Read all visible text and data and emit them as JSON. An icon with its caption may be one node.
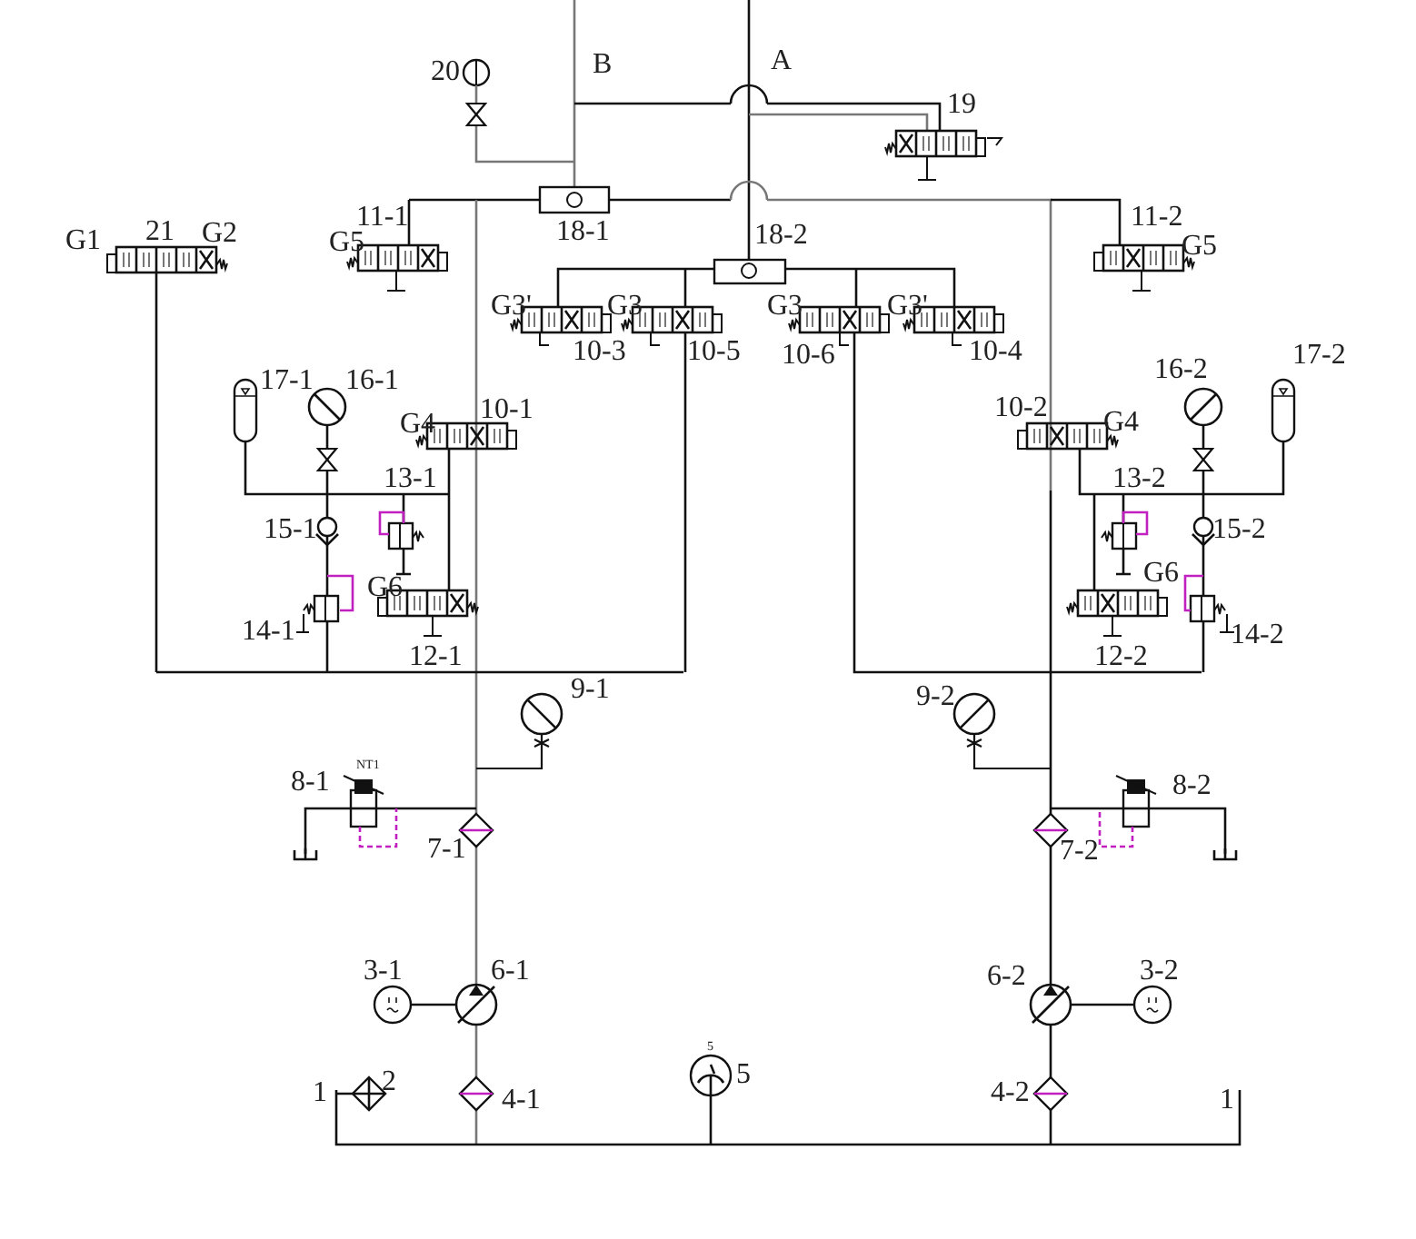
{
  "diagram": {
    "labels": [
      "20",
      "B",
      "A",
      "19",
      "G1",
      "21",
      "G2",
      "11-1",
      "G5",
      "18-1",
      "18-2",
      "11-2",
      "G5",
      "G3'",
      "G3",
      "G3",
      "G3'",
      "10-3",
      "10-5",
      "10-6",
      "10-4",
      "17-1",
      "16-1",
      "16-2",
      "17-2",
      "10-1",
      "G4",
      "10-2",
      "G4",
      "13-1",
      "13-2",
      "15-1",
      "15-2",
      "G6",
      "G6",
      "14-1",
      "14-2",
      "12-1",
      "12-2",
      "9-1",
      "9-2",
      "NT1",
      "8-1",
      "8-2",
      "7-1",
      "7-2",
      "3-1",
      "6-1",
      "6-2",
      "3-2",
      "1",
      "2",
      "4-1",
      "5",
      "5",
      "4-2",
      "1"
    ]
  }
}
